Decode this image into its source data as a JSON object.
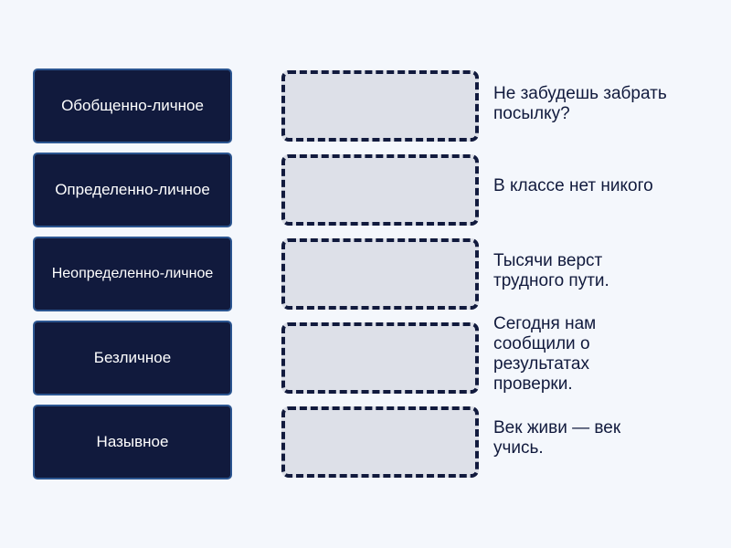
{
  "tiles": [
    "Обобщенно-личное",
    "Определенно-личное",
    "Неопределенно-личное",
    "Безличное",
    "Назывное"
  ],
  "sentences": [
    "Не забудешь забрать посылку?",
    "В классе нет никого",
    "Тысячи верст трудного пути.",
    "Сегодня нам сообщили о результатах проверки.",
    "Век живи — век учись."
  ]
}
